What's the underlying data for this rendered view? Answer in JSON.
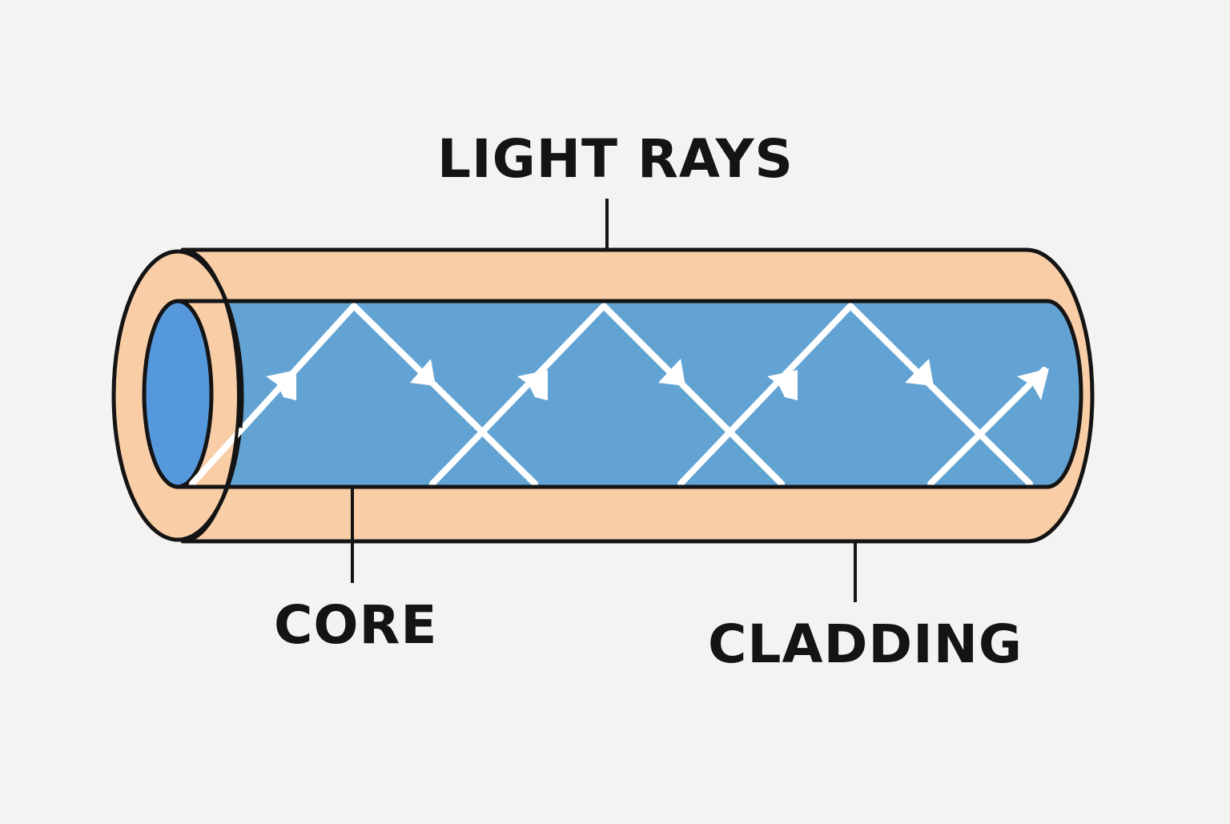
{
  "labels": {
    "light_rays": "LIGHT RAYS",
    "core": "CORE",
    "cladding": "CLADDING"
  },
  "colors": {
    "background": "#f4f3f1",
    "cladding": "#f9cda6",
    "core": "#62a3d3",
    "core_end": "#5598dc",
    "outline": "#141414",
    "rays": "#ffffff"
  }
}
